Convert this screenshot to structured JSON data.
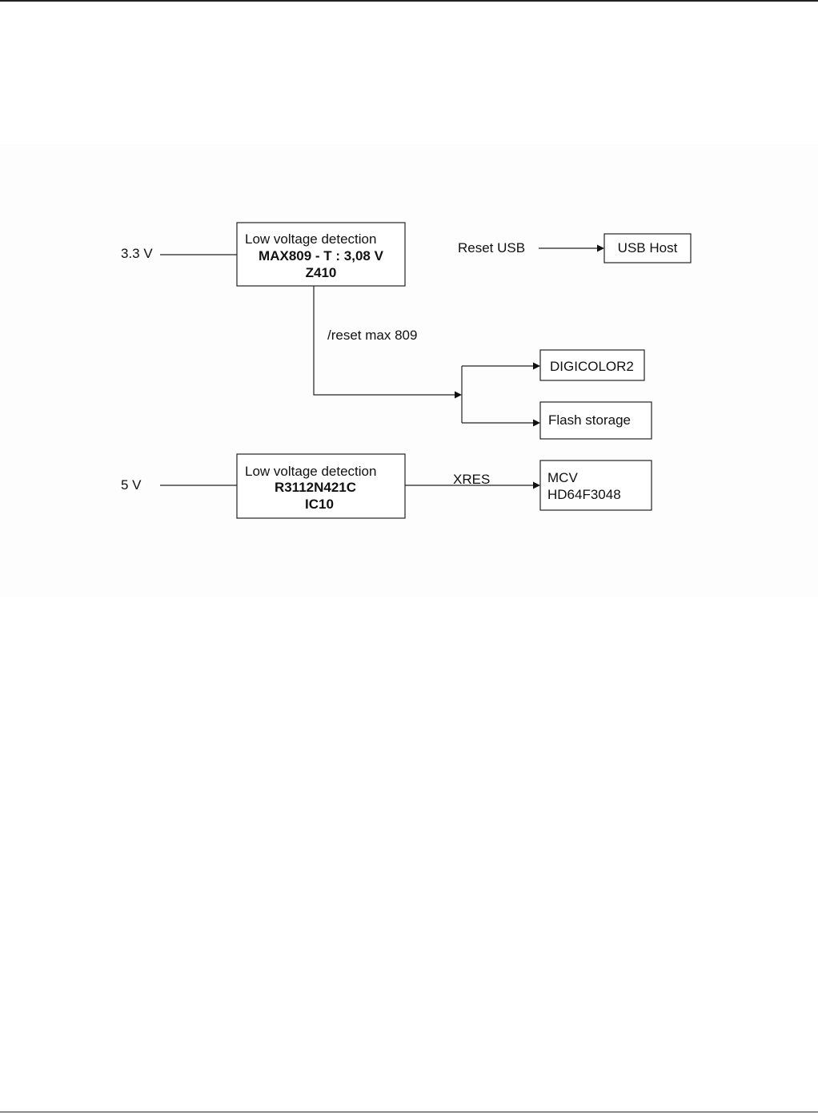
{
  "inputs": {
    "v33": "3.3 V",
    "v5": "5 V",
    "reset_usb": "Reset USB"
  },
  "blocks": {
    "max809": {
      "line1": "Low voltage detection",
      "line2": "MAX809 - T : 3,08 V",
      "line3": "Z410"
    },
    "r3112": {
      "line1": "Low voltage detection",
      "line2": "R3112N421C",
      "line3": "IC10"
    },
    "usb_host": "USB Host",
    "digicolor2": "DIGICOLOR2",
    "flash_storage": "Flash storage",
    "mcv": {
      "line1": "MCV",
      "line2": "HD64F3048"
    }
  },
  "signals": {
    "reset_max809": "/reset  max 809",
    "xres": "XRES"
  },
  "colors": {
    "line": "#222222",
    "text": "#111111",
    "box_fill": "#ffffff"
  }
}
